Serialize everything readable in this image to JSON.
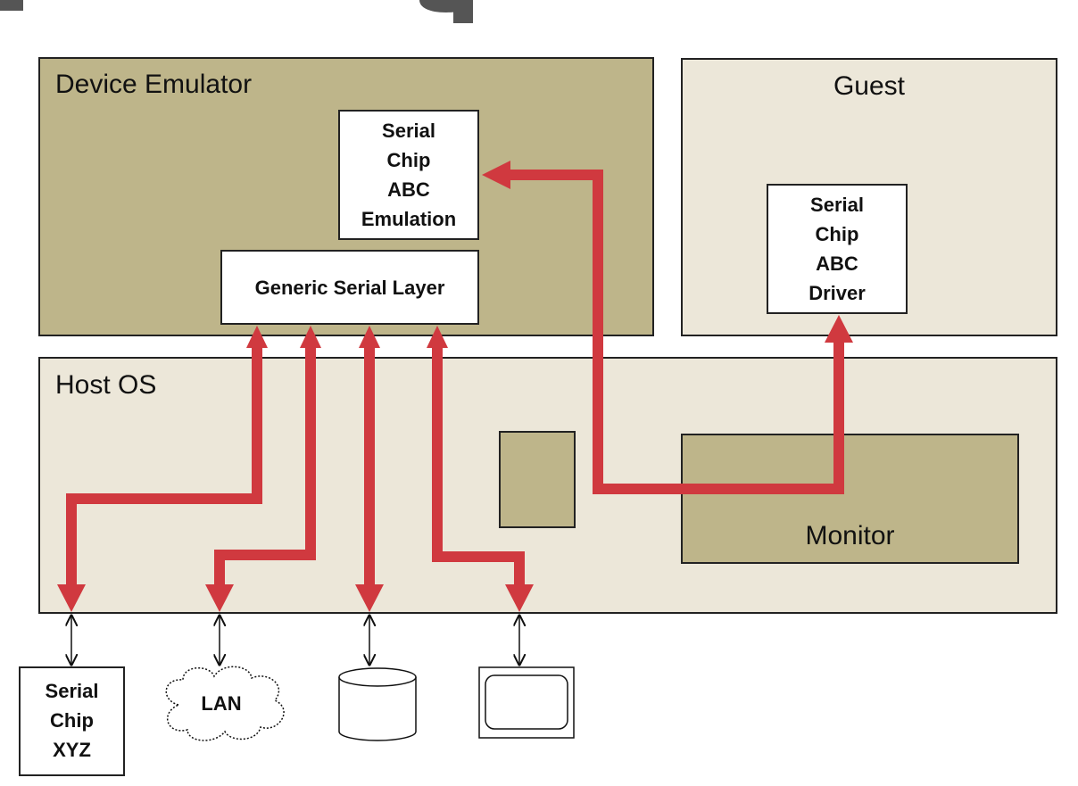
{
  "page_title_partial": "p                    g",
  "regions": {
    "device_emulator": "Device Emulator",
    "guest": "Guest",
    "host_os": "Host OS",
    "monitor": "Monitor"
  },
  "components": {
    "serial_chip_abc_emulation": "Serial\nChip\nABC\nEmulation",
    "generic_serial_layer": "Generic Serial Layer",
    "serial_chip_abc_driver": "Serial\nChip\nABC\nDriver"
  },
  "peripherals": {
    "serial_chip_xyz": "Serial\nChip\nXYZ",
    "lan": "LAN"
  },
  "colors": {
    "emulator_fill": "#beb58a",
    "host_fill": "#ece7d9",
    "arrow_red": "#d0393f",
    "box_fill": "#ffffff"
  }
}
